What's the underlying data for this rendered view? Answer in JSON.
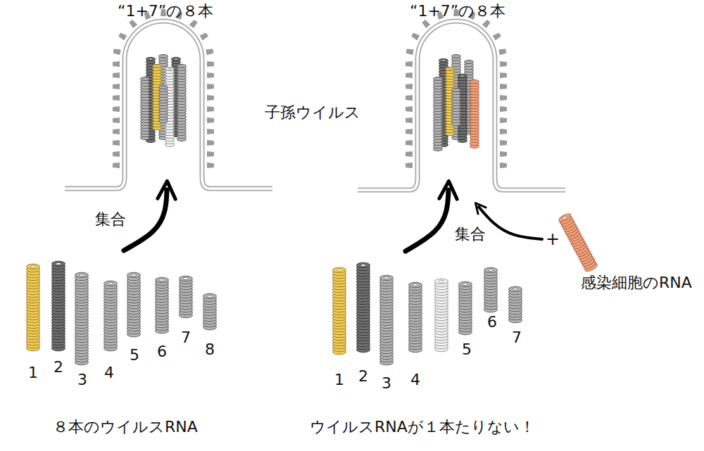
{
  "diagram": {
    "labels": [
      "“1+7”の８本",
      "“1+7”の８本",
      "子孫ウイルス",
      "集合",
      "集合",
      "+",
      "感染細胞のRNA",
      "1",
      "2",
      "3",
      "4",
      "5",
      "6",
      "7",
      "8",
      "1",
      "2",
      "3",
      "4",
      "5",
      "6",
      "7",
      "８本のウイルスRNA",
      "ウイルスRNAが１本たりない！"
    ]
  }
}
